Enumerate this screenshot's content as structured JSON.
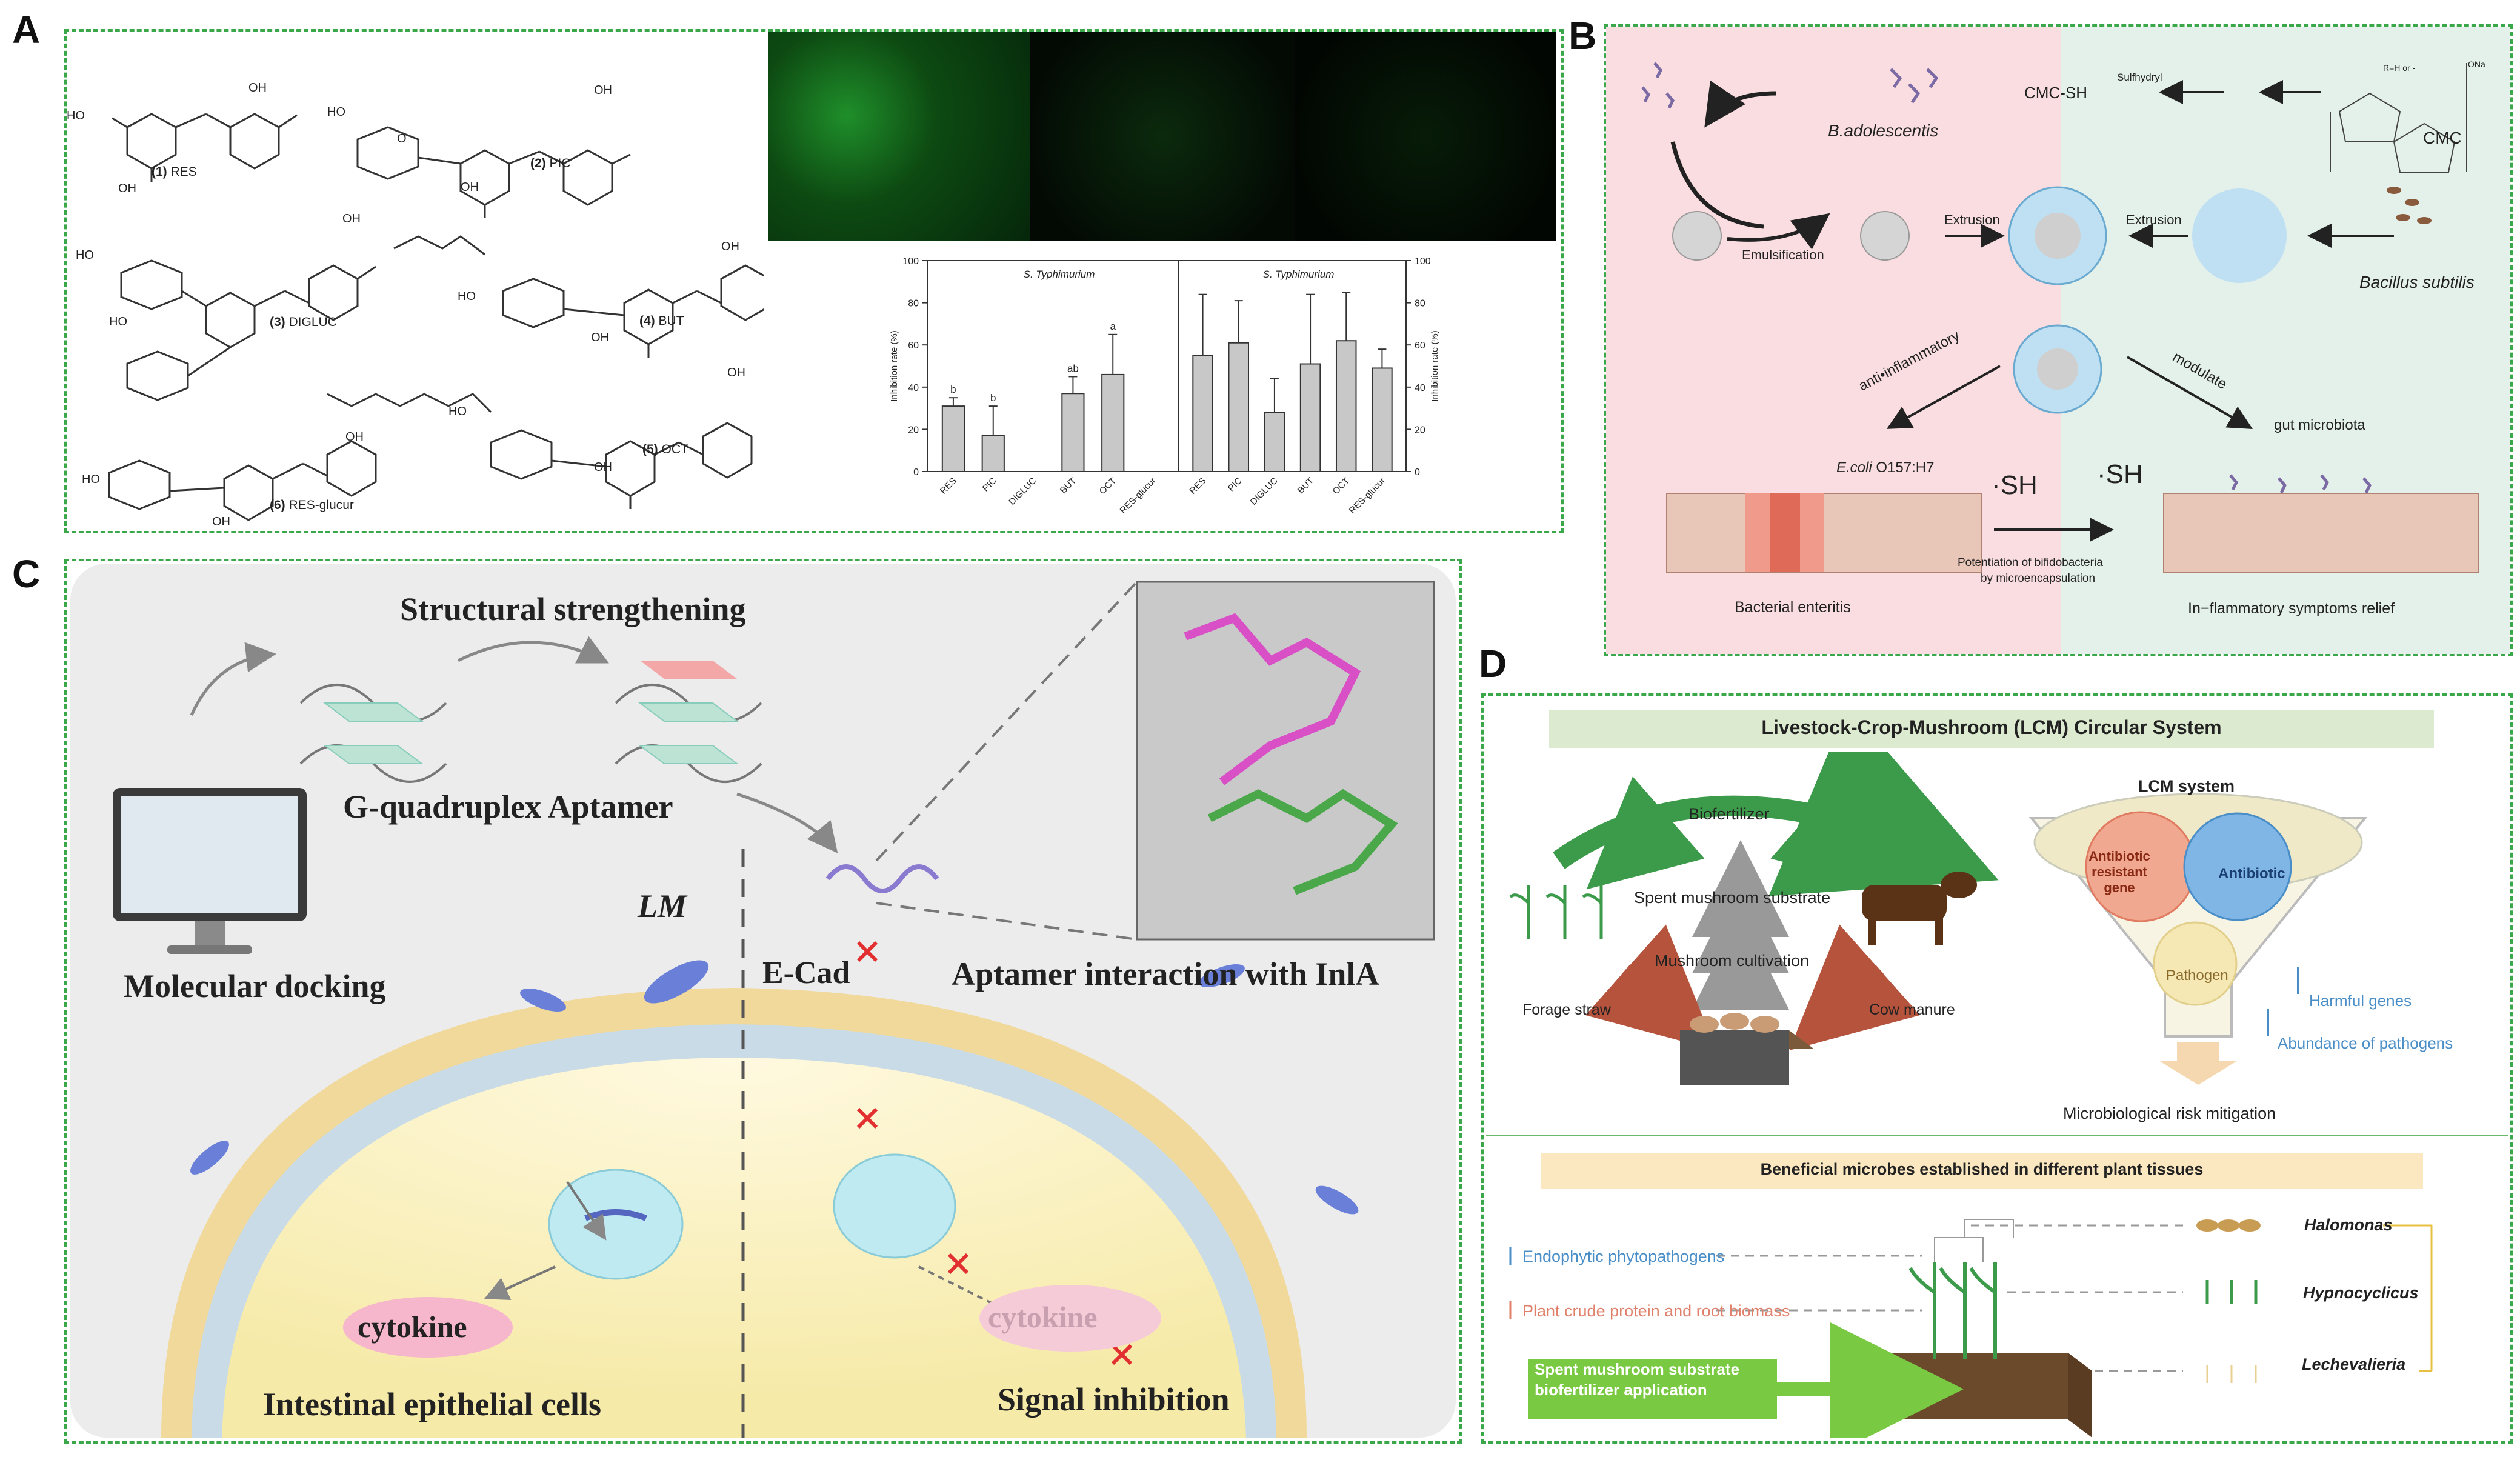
{
  "panels": {
    "a": {
      "letter": "A",
      "compounds": [
        {
          "num": "(1)",
          "name": "RES"
        },
        {
          "num": "(2)",
          "name": "PIC"
        },
        {
          "num": "(3)",
          "name": "DIGLUC"
        },
        {
          "num": "(4)",
          "name": "BUT"
        },
        {
          "num": "(5)",
          "name": "OCT"
        },
        {
          "num": "(6)",
          "name": "RES-glucur"
        }
      ],
      "oh": "OH",
      "ho": "HO",
      "o": "O"
    },
    "b": {
      "letter": "B",
      "labels": {
        "cmc_sh": "CMC-SH",
        "sulfhydryl": "Sulfhydryl",
        "cmc": "CMC",
        "r_group": "R=H or -",
        "ona": "ONa",
        "b_adolescentis": "B.adolescentis",
        "emulsification": "Emulsification",
        "extrusion_left": "Extrusion",
        "extrusion_right": "Extrusion",
        "bacillus": "Bacillus subtilis",
        "anti_inflammatory": "anti•inflammatory",
        "modulate": "modulate",
        "gut_microbiota": "gut microbiota",
        "ecoli": "E.coli",
        "ecoli_strain": "O157:H7",
        "sh_left": "·SH",
        "sh_right": "·SH",
        "potentiation": "Potentiation of bifidobacteria",
        "by_micro": "by microencapsulation",
        "bacterial_enteritis": "Bacterial enteritis",
        "relief": "In−flammatory symptoms relief"
      }
    },
    "c": {
      "letter": "C",
      "labels": {
        "structural": "Structural strengthening",
        "gq_aptamer": "G-quadruplex Aptamer",
        "molecular_docking": "Molecular docking",
        "lm": "LM",
        "ecad": "E-Cad",
        "aptamer_interaction": "Aptamer interaction with InlA",
        "cytokine_left": "cytokine",
        "cytokine_right": "cytokine",
        "intestinal": "Intestinal epithelial cells",
        "signal": "Signal inhibition"
      }
    },
    "d": {
      "letter": "D",
      "top": {
        "title": "Livestock-Crop-Mushroom (LCM) Circular System",
        "biofertilizer": "Biofertilizer",
        "spent": "Spent mushroom substrate",
        "cultivation": "Mushroom cultivation",
        "forage": "Forage straw",
        "cow_manure": "Cow manure",
        "lcm_system": "LCM  system",
        "arg": [
          "Antibiotic",
          "resistant",
          "gene"
        ],
        "antibiotic": "Antibiotic",
        "pathogen": "Pathogen",
        "harmful": "Harmful genes",
        "abundance": "Abundance of pathogens",
        "risk": "Microbiological risk mitigation"
      },
      "bottom": {
        "title": "Beneficial microbes established in different plant tissues",
        "endophytic": "Endophytic phytopathogens",
        "crude": "Plant crude protein and root biomass",
        "sms_app": [
          "Spent mushroom substrate",
          "biofertilizer application"
        ],
        "halomonas": "Halomonas",
        "hypnocyclicus": "Hypnocyclicus",
        "lechevalieria": "Lechevalieria"
      }
    }
  },
  "chart_data": [
    {
      "type": "bar",
      "title": "S. Typhimurium",
      "ylabel": "Inhibition rate (%)",
      "ylim": [
        0,
        100
      ],
      "yticks": [
        0,
        20,
        40,
        60,
        80,
        100
      ],
      "categories": [
        "RES",
        "PIC",
        "DIGLUC",
        "BUT",
        "OCT",
        "RES-glucur"
      ],
      "values": [
        31,
        17,
        0,
        37,
        46,
        0
      ],
      "errors": [
        4,
        14,
        0,
        8,
        19,
        0
      ],
      "significance": [
        "b",
        "b",
        "",
        "ab",
        "a",
        ""
      ]
    },
    {
      "type": "bar",
      "title": "S. Typhimurium",
      "ylabel": "Inhibition rate (%)",
      "ylim": [
        0,
        100
      ],
      "yticks": [
        0,
        20,
        40,
        60,
        80,
        100
      ],
      "categories": [
        "RES",
        "PIC",
        "DIGLUC",
        "BUT",
        "OCT",
        "RES-glucur"
      ],
      "values": [
        55,
        61,
        28,
        51,
        62,
        49
      ],
      "errors": [
        29,
        20,
        16,
        33,
        23,
        9
      ],
      "significance": [
        "",
        "",
        "",
        "",
        "",
        ""
      ]
    }
  ],
  "colors": {
    "dash": "#3aa84a",
    "pinkBg": "#f9dde0",
    "greenBg": "#e4f1ea",
    "capsule": "#bfe0f2",
    "bar": "#c8c8c8",
    "arrowRed": "#b5533c",
    "arrowGreen": "#3c9b4a"
  }
}
